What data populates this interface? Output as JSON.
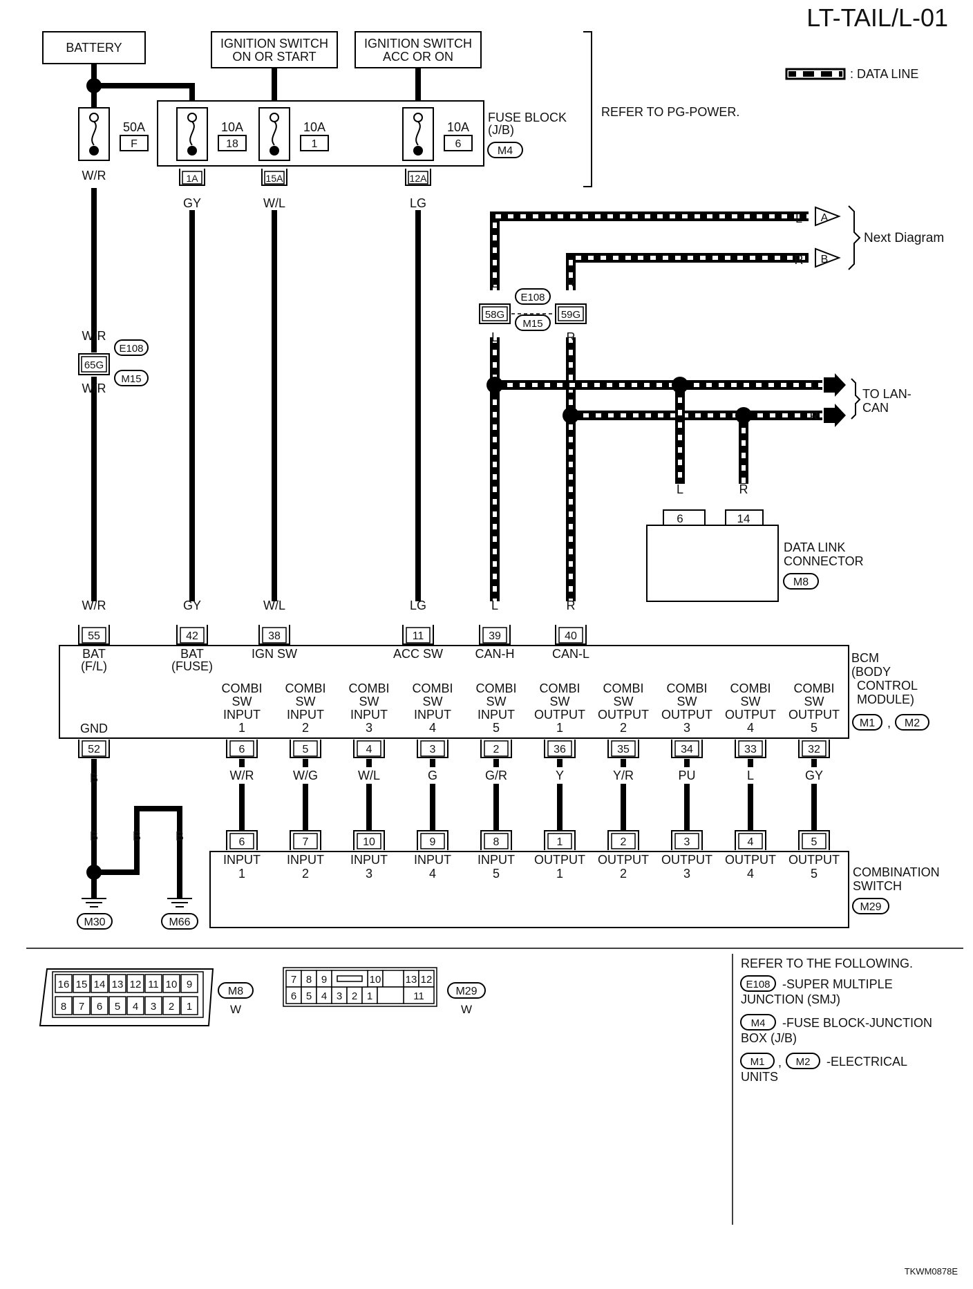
{
  "title": "LT-TAIL/L-01",
  "legend": {
    "data_line": ": DATA LINE"
  },
  "power_sources": {
    "battery": "BATTERY",
    "ign_on_start": [
      "IGNITION SWITCH",
      "ON OR START"
    ],
    "ign_acc_on": [
      "IGNITION SWITCH",
      "ACC OR ON"
    ]
  },
  "fuse_block": {
    "label": [
      "FUSE BLOCK",
      "(J/B)"
    ],
    "code": "M4",
    "refer": "REFER TO PG-POWER.",
    "fuses": [
      {
        "amp": "50A",
        "id": "F",
        "terminal": "",
        "wire": "W/R"
      },
      {
        "amp": "10A",
        "id": "18",
        "terminal": "1A",
        "wire": "GY"
      },
      {
        "amp": "10A",
        "id": "1",
        "terminal": "15A",
        "wire": "W/L"
      },
      {
        "amp": "10A",
        "id": "6",
        "terminal": "12A",
        "wire": "LG"
      }
    ]
  },
  "smj": {
    "codes": [
      "E108",
      "M15"
    ],
    "w_r_top": "W/R",
    "w_r_bottom": "W/R",
    "term_65g": "65G",
    "term_58g": "58G",
    "term_59g": "59G",
    "l": "L",
    "r": "R"
  },
  "next_diagram": {
    "label": "Next Diagram",
    "a": "A",
    "b": "B"
  },
  "lan": {
    "label": [
      "TO LAN-",
      "CAN"
    ],
    "l": "L",
    "r": "R"
  },
  "dlc": {
    "label": [
      "DATA LINK",
      "CONNECTOR"
    ],
    "code": "M8",
    "pin_l": "6",
    "pin_r": "14"
  },
  "bcm": {
    "label": [
      "BCM",
      "(BODY",
      "CONTROL",
      "MODULE)"
    ],
    "codes": [
      "M1",
      "M2"
    ],
    "top_pins": [
      {
        "wire": "W/R",
        "pin": "55",
        "name": [
          "BAT",
          "(F/L)"
        ]
      },
      {
        "wire": "GY",
        "pin": "42",
        "name": [
          "BAT",
          "(FUSE)"
        ]
      },
      {
        "wire": "W/L",
        "pin": "38",
        "name": [
          "IGN SW"
        ]
      },
      {
        "wire": "LG",
        "pin": "11",
        "name": [
          "ACC SW"
        ]
      },
      {
        "wire": "L",
        "pin": "39",
        "name": [
          "CAN-H"
        ]
      },
      {
        "wire": "R",
        "pin": "40",
        "name": [
          "CAN-L"
        ]
      }
    ],
    "gnd": {
      "name": "GND",
      "pin": "52",
      "wire": "B"
    },
    "bottom_pins": [
      {
        "name": [
          "COMBI",
          "SW",
          "INPUT",
          "1"
        ],
        "pin": "6",
        "wire": "W/R"
      },
      {
        "name": [
          "COMBI",
          "SW",
          "INPUT",
          "2"
        ],
        "pin": "5",
        "wire": "W/G"
      },
      {
        "name": [
          "COMBI",
          "SW",
          "INPUT",
          "3"
        ],
        "pin": "4",
        "wire": "W/L"
      },
      {
        "name": [
          "COMBI",
          "SW",
          "INPUT",
          "4"
        ],
        "pin": "3",
        "wire": "G"
      },
      {
        "name": [
          "COMBI",
          "SW",
          "INPUT",
          "5"
        ],
        "pin": "2",
        "wire": "G/R"
      },
      {
        "name": [
          "COMBI",
          "SW",
          "OUTPUT",
          "1"
        ],
        "pin": "36",
        "wire": "Y"
      },
      {
        "name": [
          "COMBI",
          "SW",
          "OUTPUT",
          "2"
        ],
        "pin": "35",
        "wire": "Y/R"
      },
      {
        "name": [
          "COMBI",
          "SW",
          "OUTPUT",
          "3"
        ],
        "pin": "34",
        "wire": "PU"
      },
      {
        "name": [
          "COMBI",
          "SW",
          "OUTPUT",
          "4"
        ],
        "pin": "33",
        "wire": "L"
      },
      {
        "name": [
          "COMBI",
          "SW",
          "OUTPUT",
          "5"
        ],
        "pin": "32",
        "wire": "GY"
      }
    ]
  },
  "combination_switch": {
    "label": [
      "COMBINATION",
      "SWITCH"
    ],
    "code": "M29",
    "pins": [
      {
        "pin": "6",
        "name": [
          "INPUT",
          "1"
        ]
      },
      {
        "pin": "7",
        "name": [
          "INPUT",
          "2"
        ]
      },
      {
        "pin": "10",
        "name": [
          "INPUT",
          "3"
        ]
      },
      {
        "pin": "9",
        "name": [
          "INPUT",
          "4"
        ]
      },
      {
        "pin": "8",
        "name": [
          "INPUT",
          "5"
        ]
      },
      {
        "pin": "1",
        "name": [
          "OUTPUT",
          "1"
        ]
      },
      {
        "pin": "2",
        "name": [
          "OUTPUT",
          "2"
        ]
      },
      {
        "pin": "3",
        "name": [
          "OUTPUT",
          "3"
        ]
      },
      {
        "pin": "4",
        "name": [
          "OUTPUT",
          "4"
        ]
      },
      {
        "pin": "5",
        "name": [
          "OUTPUT",
          "5"
        ]
      }
    ]
  },
  "grounds": {
    "b1": "B",
    "b2": "B",
    "b3": "B",
    "m30": "M30",
    "m66": "M66"
  },
  "connectors": {
    "m8": {
      "code": "M8",
      "color": "W",
      "top": [
        "16",
        "15",
        "14",
        "13",
        "12",
        "11",
        "10",
        "9"
      ],
      "bottom": [
        "8",
        "7",
        "6",
        "5",
        "4",
        "3",
        "2",
        "1"
      ]
    },
    "m29": {
      "code": "M29",
      "color": "W",
      "top": [
        "7",
        "8",
        "9",
        "10",
        "13",
        "12"
      ],
      "bottom": [
        "6",
        "5",
        "4",
        "3",
        "2",
        "1",
        "11"
      ]
    }
  },
  "refer_following": {
    "header": "REFER TO THE FOLLOWING.",
    "items": [
      {
        "codes": [
          "E108"
        ],
        "text": [
          "-SUPER MULTIPLE",
          "JUNCTION (SMJ)"
        ]
      },
      {
        "codes": [
          "M4"
        ],
        "text": [
          "-FUSE BLOCK-JUNCTION",
          "BOX (J/B)"
        ]
      },
      {
        "codes": [
          "M1",
          "M2"
        ],
        "text": [
          "-ELECTRICAL",
          "UNITS"
        ]
      }
    ]
  },
  "footer_code": "TKWM0878E"
}
